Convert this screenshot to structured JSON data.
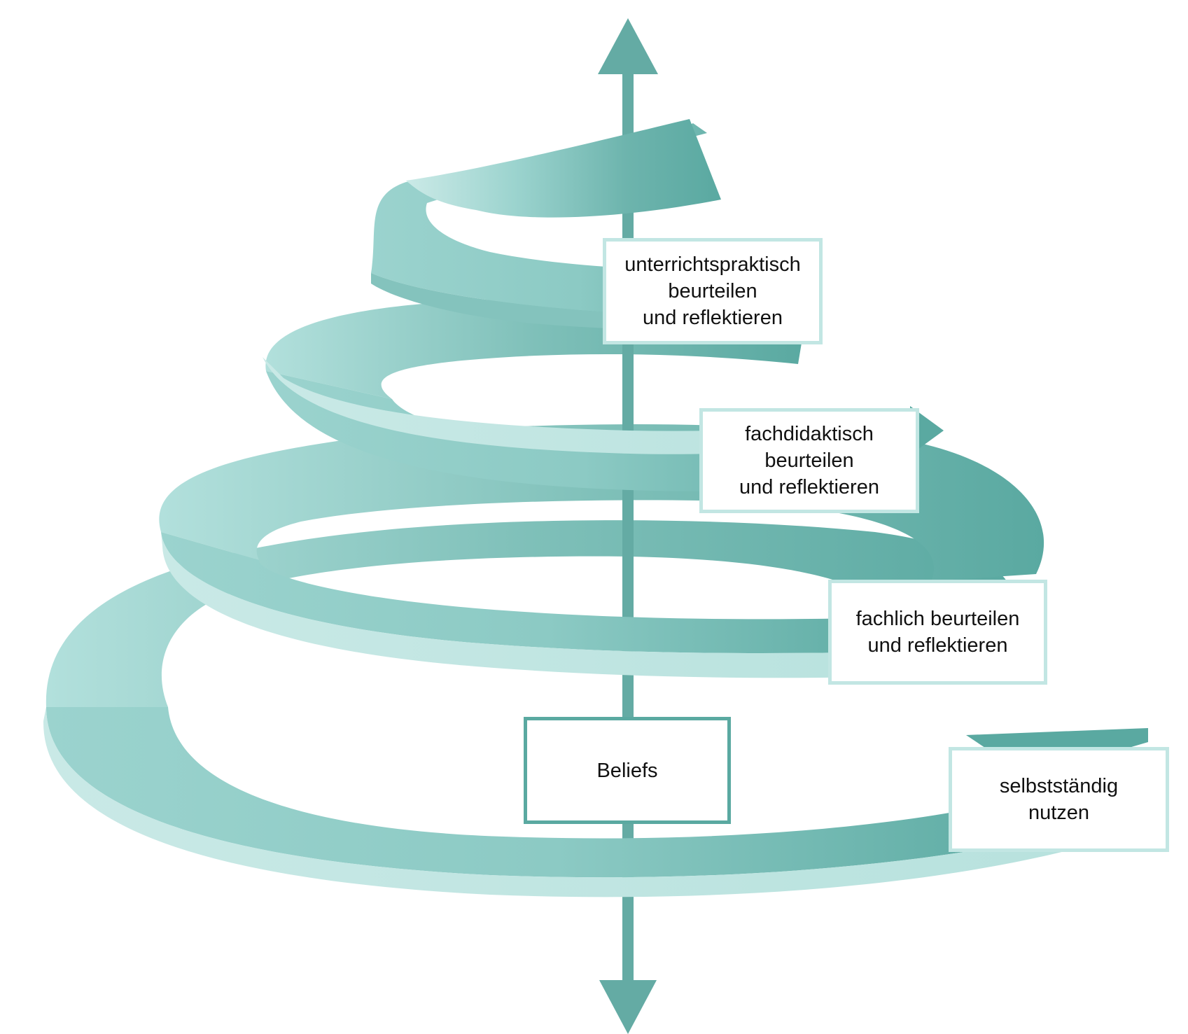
{
  "colors": {
    "ribbon_dark": "#5aa9a1",
    "ribbon_mid": "#86c6c0",
    "ribbon_light": "#c2e6e3",
    "axis": "#64aba4",
    "box_border_light": "#c2e6e3",
    "box_border_dark": "#5aa9a1"
  },
  "icons": {
    "axis_top": "arrow-up-icon",
    "axis_bottom": "arrow-down-icon"
  },
  "labels": {
    "level4": {
      "line1": "unterrichtspraktisch",
      "line2": "beurteilen",
      "line3": "und reflektieren"
    },
    "level3": {
      "line1": "fachdidaktisch",
      "line2": "beurteilen",
      "line3": "und reflektieren"
    },
    "level2": {
      "line1": "fachlich beurteilen",
      "line2": "und reflektieren"
    },
    "core": {
      "text": "Beliefs"
    },
    "level1": {
      "line1": "selbstständig",
      "line2": "nutzen"
    }
  }
}
